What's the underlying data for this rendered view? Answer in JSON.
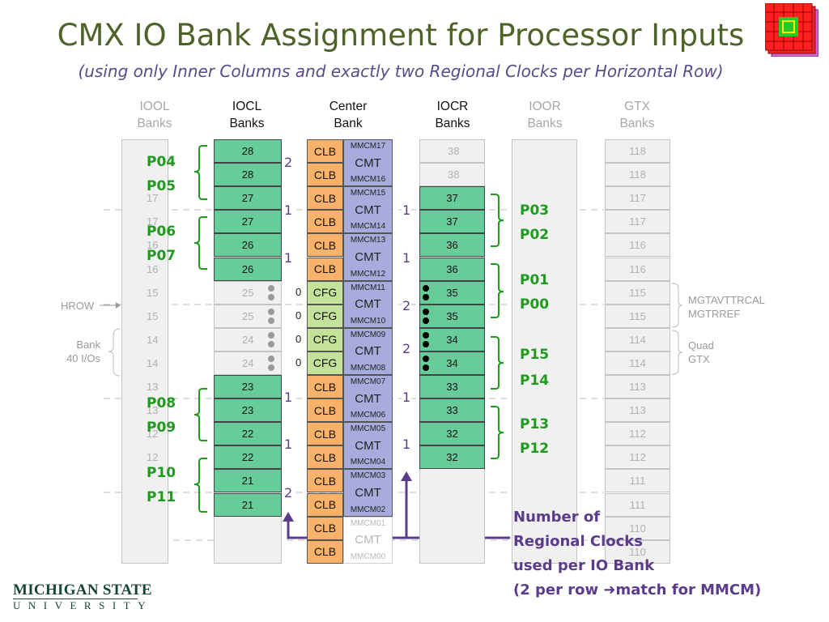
{
  "title": "CMX IO Bank Assignment for Processor Inputs",
  "subtitle": "(using only Inner Columns and exactly two Regional Clocks per Horizontal Row)",
  "columns": {
    "iool": {
      "line1": "IOOL",
      "line2": "Banks"
    },
    "iocl": {
      "line1": "IOCL",
      "line2": "Banks"
    },
    "center": {
      "line1": "Center",
      "line2": "Bank"
    },
    "iocr": {
      "line1": "IOCR",
      "line2": "Banks"
    },
    "ioor": {
      "line1": "IOOR",
      "line2": "Banks"
    },
    "gtx": {
      "line1": "GTX",
      "line2": "Banks"
    }
  },
  "iool_banks": [
    "17",
    "17",
    "16",
    "16",
    "15",
    "15",
    "14",
    "14",
    "13",
    "13",
    "12",
    "12"
  ],
  "iocl_cells": [
    {
      "n": "28",
      "active": true
    },
    {
      "n": "28",
      "active": true
    },
    {
      "n": "27",
      "active": true
    },
    {
      "n": "27",
      "active": true
    },
    {
      "n": "26",
      "active": true
    },
    {
      "n": "26",
      "active": true
    },
    {
      "n": "25",
      "active": false
    },
    {
      "n": "25",
      "active": false
    },
    {
      "n": "24",
      "active": false
    },
    {
      "n": "24",
      "active": false
    },
    {
      "n": "23",
      "active": true
    },
    {
      "n": "23",
      "active": true
    },
    {
      "n": "22",
      "active": true
    },
    {
      "n": "22",
      "active": true
    },
    {
      "n": "21",
      "active": true
    },
    {
      "n": "21",
      "active": true
    }
  ],
  "center_left": [
    "CLB",
    "CLB",
    "CLB",
    "CLB",
    "CLB",
    "CLB",
    "CFG",
    "CFG",
    "CFG",
    "CFG",
    "CLB",
    "CLB",
    "CLB",
    "CLB",
    "CLB",
    "CLB",
    "CLB",
    "CLB"
  ],
  "cmt_blocks": [
    {
      "top": "MMCM17",
      "label": "CMT",
      "bottom": "MMCM16"
    },
    {
      "top": "MMCM15",
      "label": "CMT",
      "bottom": "MMCM14"
    },
    {
      "top": "MMCM13",
      "label": "CMT",
      "bottom": "MMCM12"
    },
    {
      "top": "MMCM11",
      "label": "CMT",
      "bottom": "MMCM10"
    },
    {
      "top": "MMCM09",
      "label": "CMT",
      "bottom": "MMCM08"
    },
    {
      "top": "MMCM07",
      "label": "CMT",
      "bottom": "MMCM06"
    },
    {
      "top": "MMCM05",
      "label": "CMT",
      "bottom": "MMCM04"
    },
    {
      "top": "MMCM03",
      "label": "CMT",
      "bottom": "MMCM02"
    },
    {
      "top": "MMCM01",
      "label": "CMT",
      "bottom": "MMCM00"
    }
  ],
  "iocr_cells": [
    {
      "n": "38",
      "active": false
    },
    {
      "n": "38",
      "active": false
    },
    {
      "n": "37",
      "active": true
    },
    {
      "n": "37",
      "active": true
    },
    {
      "n": "36",
      "active": true
    },
    {
      "n": "36",
      "active": true
    },
    {
      "n": "35",
      "active": true
    },
    {
      "n": "35",
      "active": true
    },
    {
      "n": "34",
      "active": true
    },
    {
      "n": "34",
      "active": true
    },
    {
      "n": "33",
      "active": true
    },
    {
      "n": "33",
      "active": true
    },
    {
      "n": "32",
      "active": true
    },
    {
      "n": "32",
      "active": true
    }
  ],
  "gtx_banks": [
    "118",
    "118",
    "117",
    "117",
    "116",
    "116",
    "115",
    "115",
    "114",
    "114",
    "113",
    "113",
    "112",
    "112",
    "111",
    "111",
    "110",
    "110"
  ],
  "left_proc_labels": [
    "P04",
    "P05",
    "P06",
    "P07",
    "P08",
    "P09",
    "P10",
    "P11"
  ],
  "right_proc_labels": [
    "P03",
    "P02",
    "P01",
    "P00",
    "P15",
    "P14",
    "P13",
    "P12"
  ],
  "left_clock_counts": [
    "2",
    "1",
    "1",
    "1",
    "1",
    "2"
  ],
  "right_clock_counts": [
    "1",
    "1",
    "2",
    "2",
    "1",
    "1"
  ],
  "cfg_zeros": [
    "0",
    "0",
    "0",
    "0"
  ],
  "side_labels": {
    "hrow": "HROW",
    "bank1": "Bank",
    "bank2": "40 I/Os",
    "mgt1": "MGTAVTTRCAL",
    "mgt2": "MGTRREF",
    "quad1": "Quad",
    "quad2": "GTX"
  },
  "note": {
    "line1": "Number of",
    "line2": "Regional Clocks",
    "line3": "used per IO Bank",
    "line4a": "(2 per row ",
    "line4b": "match for MMCM)"
  },
  "logo": {
    "line1": "MICHIGAN STATE",
    "line2": "UNIVERSITY"
  },
  "colors": {
    "title": "#4f6228",
    "subtitle": "#5a4a8a",
    "proc_label": "#1f9a1f",
    "clock_count": "#5a3c8a",
    "green_cell": "#66cc99",
    "clb": "#f8b26a",
    "cfg": "#c5e29b",
    "cmt": "#a8acdc"
  }
}
